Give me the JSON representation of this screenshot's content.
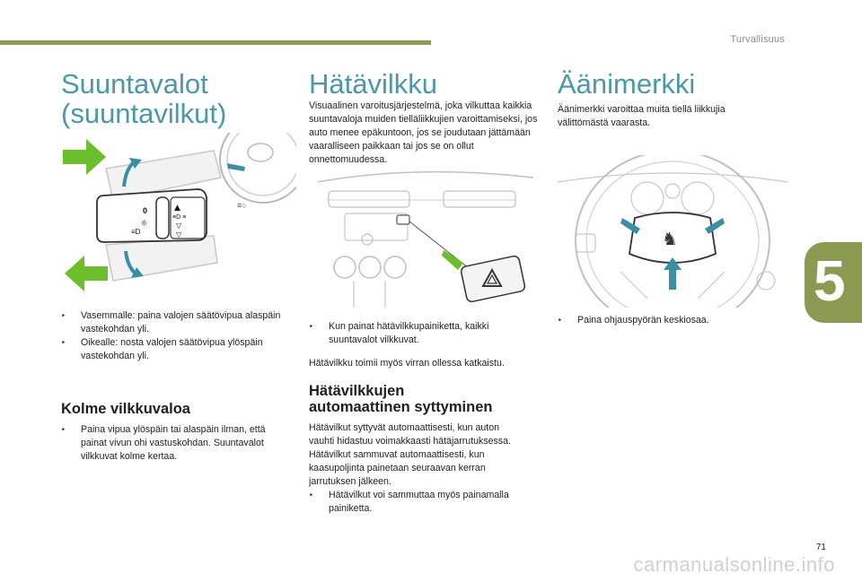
{
  "header": {
    "section": "Turvallisuus",
    "chapter": "5"
  },
  "col1": {
    "title_line1": "Suuntavalot",
    "title_line2": "(suuntavilkut)",
    "bullets": [
      "Vasemmalle: paina valojen säätövipua alaspäin vastekohdan yli.",
      "Oikealle: nosta valojen säätövipua ylöspäin vastekohdan yli."
    ],
    "subheading": "Kolme vilkkuvaloa",
    "bullet3": "Paina vipua ylöspäin tai alaspäin ilman, että painat vivun ohi vastuskohdan. Suuntavalot vilkkuvat kolme kertaa."
  },
  "col2": {
    "title": "Hätävilkku",
    "intro": "Visuaalinen varoitusjärjestelmä, joka vilkuttaa kaikkia suuntavaloja muiden tielläliikkujien varoittamiseksi, jos auto menee epäkuntoon, jos se joudutaan jättämään vaaralliseen paikkaan tai jos se on ollut onnettomuudessa.",
    "bullet": "Kun painat hätävilkkupainiketta, kaikki suuntavalot vilkkuvat.",
    "note": "Hätävilkku toimii myös virran ollessa katkaistu.",
    "sub_line1": "Hätävilkkujen",
    "sub_line2": "automaattinen syttyminen",
    "para1": "Hätävilkut syttyvät automaattisesti, kun auton vauhti hidastuu voimakkaasti hätäjarrutuksessa.",
    "para2": "Hätävilkut sammuvat automaattisesti, kun kaasupoljinta painetaan seuraavan kerran jarrutuksen jälkeen.",
    "bullet2": "Hätävilkut voi sammuttaa myös painamalla painiketta."
  },
  "col3": {
    "title": "Äänimerkki",
    "intro": "Äänimerkki varoittaa muita tiellä liikkujia välittömästä vaarasta.",
    "bullet": "Paina ohjauspyörän keskiosaa."
  },
  "footer": {
    "page": "71",
    "watermark": "carmanualsonline.info"
  },
  "colors": {
    "accent": "#4a98aa",
    "olive": "#8a9a52",
    "arrow_green": "#6cbe2a",
    "arrow_blue": "#3a8fa6"
  }
}
